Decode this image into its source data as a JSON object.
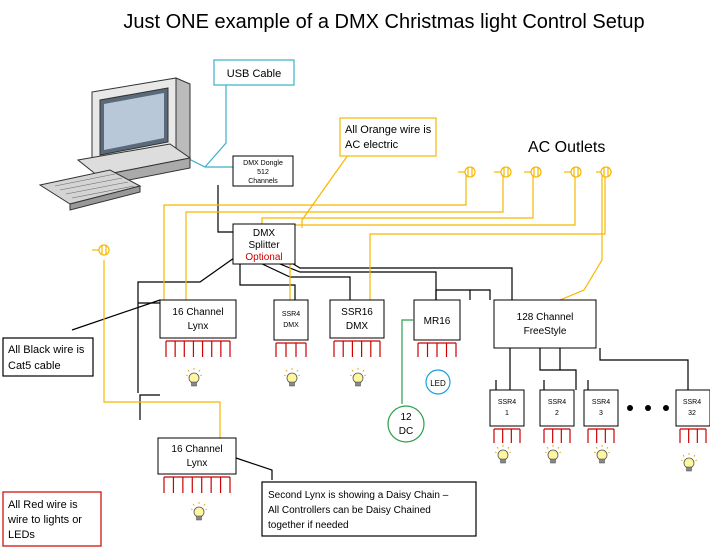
{
  "title": "Just ONE example of a DMX Christmas light Control Setup",
  "ac_outlets_label": "AC Outlets",
  "callouts": {
    "usb_cable": "USB Cable",
    "orange_wire": [
      "All Orange wire is",
      "AC electric"
    ],
    "black_wire": [
      "All Black wire is",
      "Cat5 cable"
    ],
    "red_wire": [
      "All Red wire is",
      "wire to lights or",
      "LEDs"
    ],
    "daisy_chain": [
      "Second Lynx is showing a Daisy Chain –",
      "All Controllers can be Daisy Chained",
      "together if needed"
    ]
  },
  "devices": {
    "dongle": [
      "DMX Dongle",
      "512",
      "Channels"
    ],
    "splitter": [
      "DMX",
      "Splitter"
    ],
    "splitter_optional": "Optional",
    "lynx1": [
      "16 Channel",
      "Lynx"
    ],
    "ssr4dmx": [
      "SSR4",
      "DMX"
    ],
    "ssr16": [
      "SSR16",
      "DMX"
    ],
    "mr16": "MR16",
    "freestyle": [
      "128 Channel",
      "FreeStyle"
    ],
    "lynx2": [
      "16 Channel",
      "Lynx"
    ],
    "ssr4_1": [
      "SSR4",
      "1"
    ],
    "ssr4_2": [
      "SSR4",
      "2"
    ],
    "ssr4_3": [
      "SSR4",
      "3"
    ],
    "ssr4_32": [
      "SSR4",
      "32"
    ],
    "led": "LED",
    "dc": [
      "12",
      "DC"
    ]
  },
  "colors": {
    "ac_wire": "#f5b700",
    "cat5_wire": "#000000",
    "light_wire": "#cc0000",
    "callout_border": "#3ab0c8",
    "optional_text": "#cc0000",
    "dc_border": "#2aa04a",
    "led_border": "#1aa0e0"
  },
  "icons": [
    "computer-icon",
    "outlet-icon",
    "bulb-icon"
  ]
}
